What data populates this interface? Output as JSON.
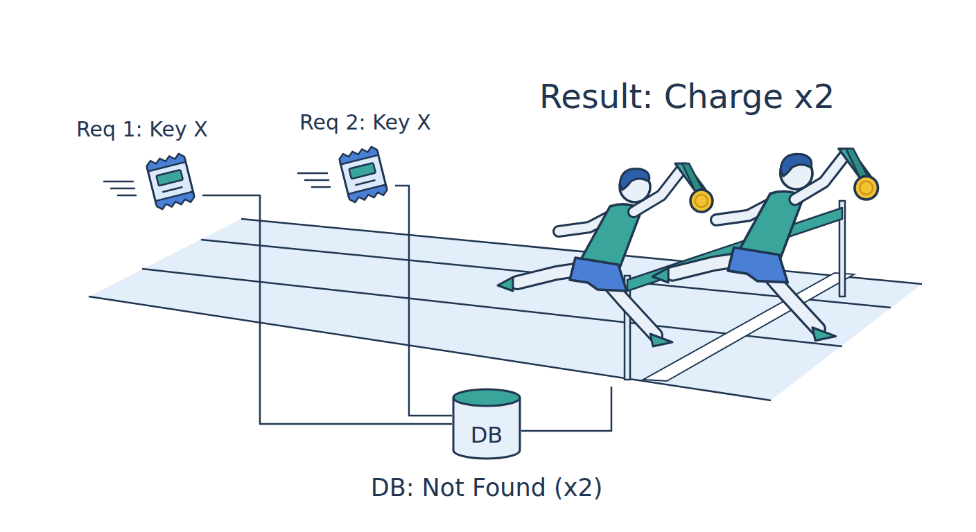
{
  "diagram": {
    "nodes": [
      {
        "text": [
          "Req 1: Key X"
        ]
      },
      {
        "text": [
          "Req 2: Key X"
        ]
      },
      {
        "text": [
          "DB",
          "DB: Not Found (x2)"
        ]
      }
    ],
    "edges": [
      {
        "from": 0,
        "to": 2,
        "arrow": "none"
      },
      {
        "from": 1,
        "to": 2,
        "arrow": "none"
      }
    ],
    "labels": [
      "Result: Charge x2"
    ]
  }
}
